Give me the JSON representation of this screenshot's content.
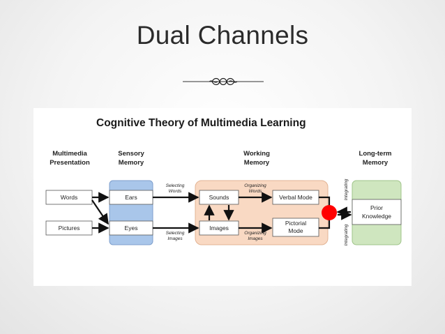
{
  "slide": {
    "title": "Dual Channels"
  },
  "diagram": {
    "title": "Cognitive Theory of Multimedia Learning",
    "columns": {
      "presentation": [
        "Multimedia",
        "Presentation"
      ],
      "sensory": [
        "Sensory",
        "Memory"
      ],
      "working": [
        "Working",
        "Memory"
      ],
      "longterm": [
        "Long-term",
        "Memory"
      ]
    },
    "nodes": {
      "words": "Words",
      "pictures": "Pictures",
      "ears": "Ears",
      "eyes": "Eyes",
      "sounds": "Sounds",
      "images": "Images",
      "verbal_mode": "Verbal Mode",
      "pictorial_mode": [
        "Pictorial",
        "Mode"
      ],
      "prior_knowledge": [
        "Prior",
        "Knowledge"
      ]
    },
    "processes": {
      "selecting_words": [
        "Selecting",
        "Words"
      ],
      "selecting_images": [
        "Selecting",
        "Images"
      ],
      "organizing_words": [
        "Organizing",
        "Words"
      ],
      "organizing_images": [
        "Organizing",
        "Images"
      ],
      "integrating_top": "Integrating",
      "integrating_bottom": "Integrating"
    },
    "colors": {
      "sensory_fill": "#a9c6ea",
      "sensory_stroke": "#7e9fcc",
      "working_fill": "#f9d9c3",
      "working_stroke": "#e2b393",
      "longterm_fill": "#cfe6bf",
      "longterm_stroke": "#9fc48a",
      "integration_point": "#ff0000"
    }
  }
}
